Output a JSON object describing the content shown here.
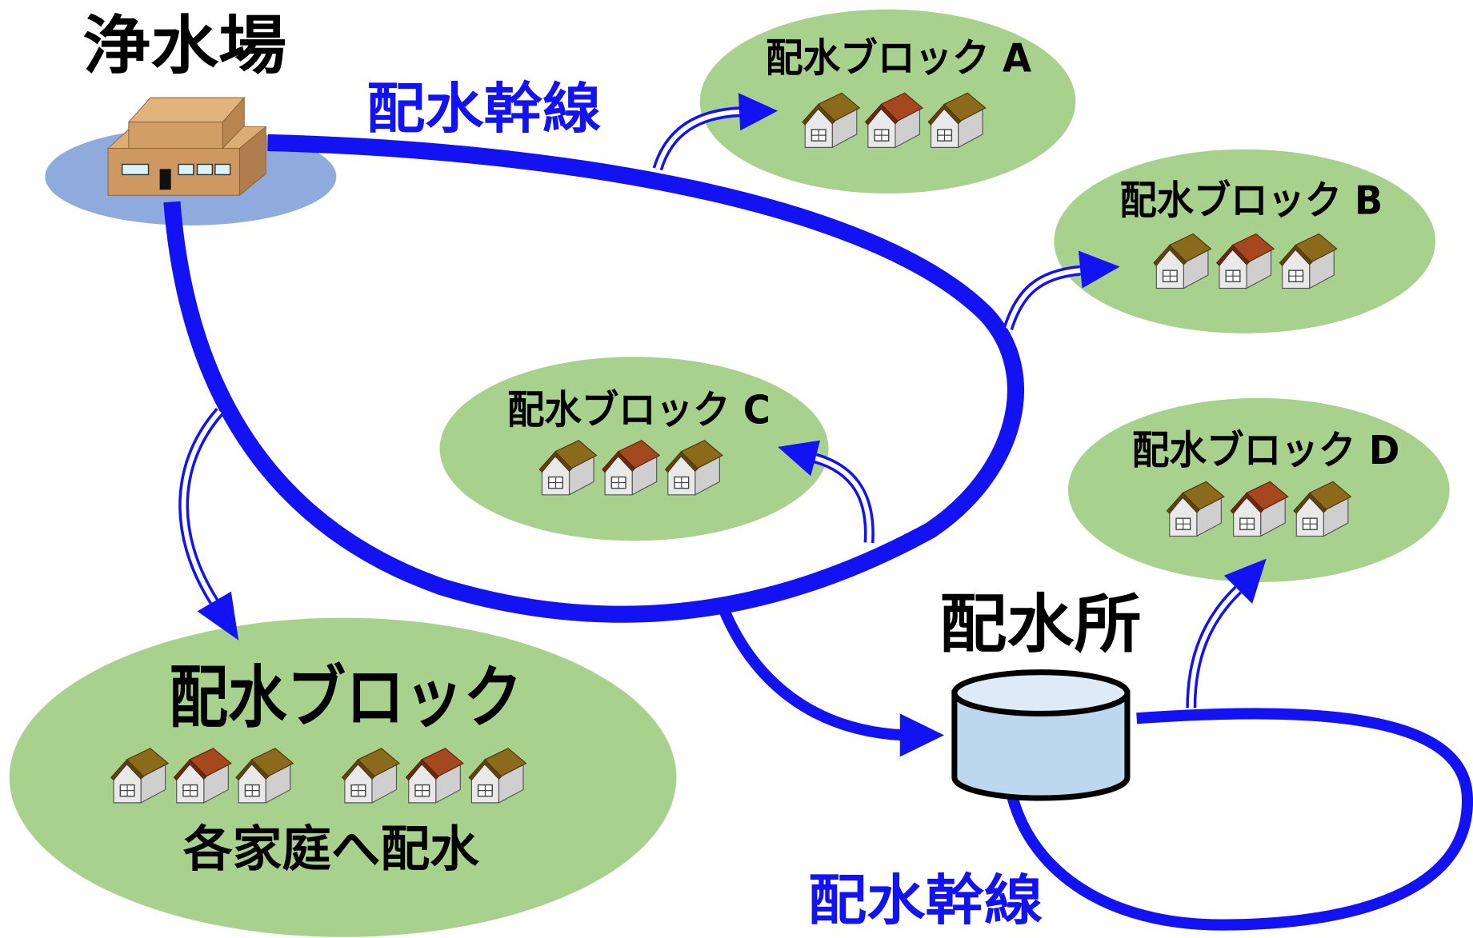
{
  "plant": {
    "label": "浄水場"
  },
  "trunk_main": {
    "label": "配水幹線"
  },
  "reservoir": {
    "label": "配水所"
  },
  "trunk_sub": {
    "label": "配水幹線"
  },
  "blocks": [
    {
      "label": "配水ブロック A"
    },
    {
      "label": "配水ブロック B"
    },
    {
      "label": "配水ブロック C"
    },
    {
      "label": "配水ブロック D"
    }
  ],
  "main_block": {
    "label": "配水ブロック",
    "caption": "各家庭へ配水"
  },
  "colors": {
    "pipe": "#1212f2",
    "label_blue": "#1212f2",
    "block_fill": "#a9d18e",
    "plant_area": "#8faadc",
    "reservoir_fill": "#bdd7ee",
    "reservoir_top": "#deeaf6",
    "roof_olive": "#8b6a1c",
    "roof_red": "#a5471f"
  },
  "icons": {
    "plant": "water-treatment-plant-icon",
    "reservoir": "reservoir-tank-icon",
    "house": "house-icon",
    "branch": "double-line-arrow-icon"
  }
}
